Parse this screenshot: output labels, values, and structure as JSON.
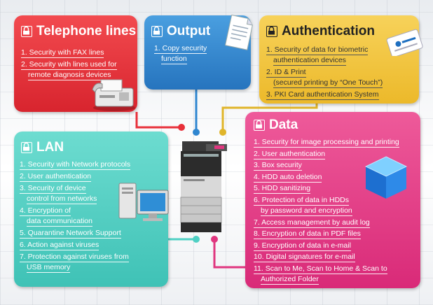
{
  "panels": {
    "telephone": {
      "title": "Telephone lines",
      "items": [
        {
          "lines": [
            "1. Security with FAX lines"
          ]
        },
        {
          "lines": [
            "2. Security with lines used for",
            "remote diagnosis devices"
          ]
        }
      ]
    },
    "output": {
      "title": "Output",
      "items": [
        {
          "lines": [
            "1. Copy security",
            "function"
          ]
        }
      ]
    },
    "authentication": {
      "title": "Authentication",
      "items": [
        {
          "lines": [
            "1. Security of data for biometric",
            "authentication devices"
          ]
        },
        {
          "lines": [
            "2. ID & Print",
            "(secured printing by “One Touch”)"
          ]
        },
        {
          "lines": [
            "3. PKI Card authentication System"
          ]
        }
      ]
    },
    "lan": {
      "title": "LAN",
      "items": [
        {
          "lines": [
            "1. Security with Network protocols"
          ]
        },
        {
          "lines": [
            "2. User authentication"
          ]
        },
        {
          "lines": [
            "3. Security of device",
            "control from networks"
          ]
        },
        {
          "lines": [
            "4. Encryption of",
            "data communication"
          ]
        },
        {
          "lines": [
            "5. Quarantine Network Support"
          ]
        },
        {
          "lines": [
            "6. Action against viruses"
          ]
        },
        {
          "lines": [
            "7. Protection against viruses from",
            "USB memory"
          ]
        }
      ]
    },
    "data": {
      "title": "Data",
      "items": [
        {
          "lines": [
            "1. Security for image processing and printing"
          ]
        },
        {
          "lines": [
            "2. User authentication"
          ]
        },
        {
          "lines": [
            "3. Box security"
          ]
        },
        {
          "lines": [
            "4. HDD auto deletion"
          ]
        },
        {
          "lines": [
            "5. HDD sanitizing"
          ]
        },
        {
          "lines": [
            "6. Protection of data in HDDs",
            "by password and encryption"
          ]
        },
        {
          "lines": [
            "7. Access management by audit log"
          ]
        },
        {
          "lines": [
            "8. Encryption of data in PDF files"
          ]
        },
        {
          "lines": [
            "9. Encryption of data in e-mail"
          ]
        },
        {
          "lines": [
            "10. Digital signatures for e-mail"
          ]
        },
        {
          "lines": [
            "11. Scan to Me, Scan to Home & Scan to",
            "Authorized Folder"
          ]
        }
      ]
    }
  },
  "colors": {
    "telephone": "#e8303a",
    "output": "#2f86d0",
    "authentication": "#f0c13a",
    "lan": "#4fd0c4",
    "data": "#e0367f"
  },
  "icons": [
    "lock-icon",
    "fax-machine-icon",
    "document-icon",
    "id-card-icon",
    "computer-icon",
    "data-cube-icon",
    "multifunction-printer-icon"
  ]
}
